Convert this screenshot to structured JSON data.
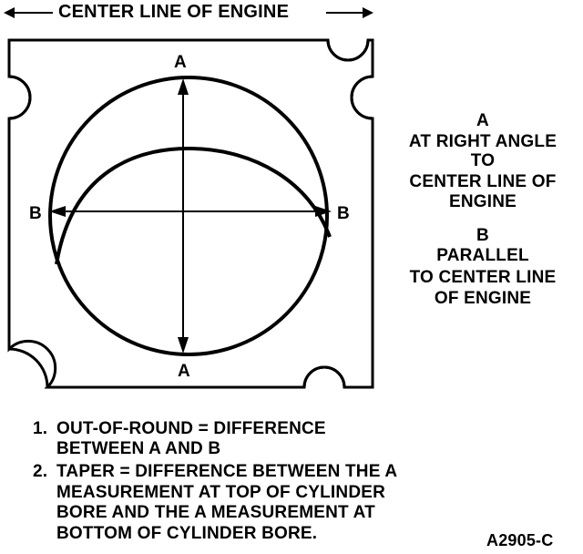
{
  "header": {
    "title": "CENTER LINE OF ENGINE"
  },
  "diagram": {
    "label_a_top": "A",
    "label_a_bottom": "A",
    "label_b_left": "B",
    "label_b_right": "B"
  },
  "legend": {
    "a": {
      "letter": "A",
      "lines": [
        "AT RIGHT ANGLE",
        "TO",
        "CENTER LINE OF",
        "ENGINE"
      ]
    },
    "b": {
      "letter": "B",
      "lines": [
        "PARALLEL",
        "TO CENTER LINE",
        "OF ENGINE"
      ]
    }
  },
  "notes": [
    {
      "number": "1.",
      "lines": [
        "OUT-OF-ROUND = DIFFERENCE",
        "BETWEEN A AND B"
      ]
    },
    {
      "number": "2.",
      "lines": [
        "TAPER = DIFFERENCE BETWEEN THE A",
        "MEASUREMENT AT TOP OF CYLINDER",
        "BORE AND THE A MEASUREMENT AT",
        "BOTTOM OF CYLINDER BORE."
      ]
    }
  ],
  "figure_id": "A2905-C"
}
